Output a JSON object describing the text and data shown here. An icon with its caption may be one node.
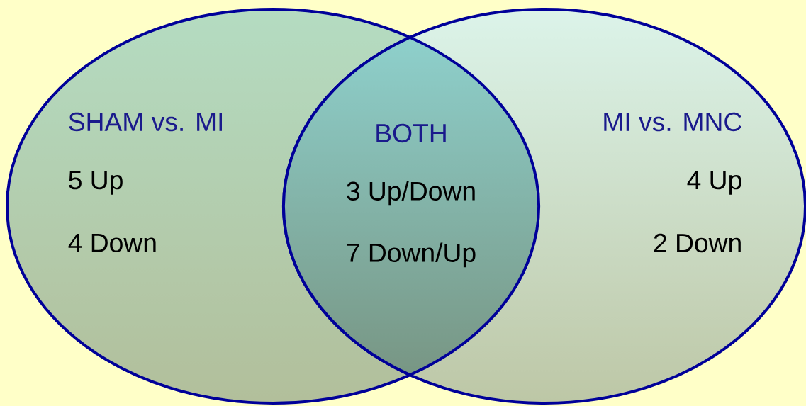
{
  "diagram": {
    "nodes": [
      {
        "text": [
          "SHAM vs. MI",
          "5 Up",
          "4 Down"
        ]
      },
      {
        "text": [
          "BOTH",
          "3 Up/Down",
          "7 Down/Up"
        ]
      },
      {
        "text": [
          "MI vs. MNC",
          "4 Up",
          "2 Down"
        ]
      }
    ]
  }
}
